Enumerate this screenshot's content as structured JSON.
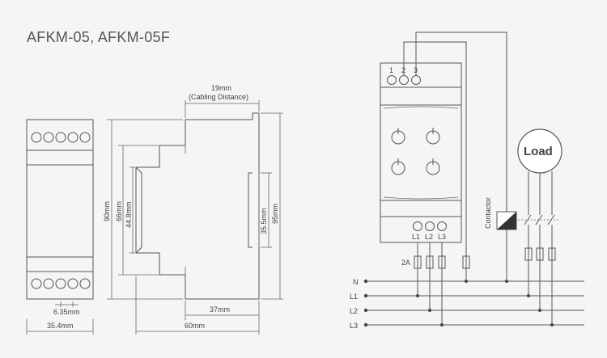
{
  "title": "AFKM-05, AFKM-05F",
  "front_view": {
    "pitch": "6.35mm",
    "width": "35.4mm"
  },
  "side_view": {
    "cabling_mm": "19mm",
    "cabling_label": "(Cabling Distance)",
    "height_90": "90mm",
    "height_66": "66mm",
    "height_44": "44.8mm",
    "height_35": "35.5mm",
    "height_95": "95mm",
    "depth_37": "37mm",
    "depth_60": "60mm"
  },
  "wiring": {
    "top_terminals": [
      "1",
      "2",
      "3"
    ],
    "bottom_terminals": [
      "L1",
      "L2",
      "L3"
    ],
    "fuse_label": "2A",
    "contactor_label": "Contactor",
    "load_label": "Load",
    "lines": [
      "N",
      "L1",
      "L2",
      "L3"
    ]
  },
  "colors": {
    "stroke": "#555555",
    "contactor_fill": "#333333"
  }
}
